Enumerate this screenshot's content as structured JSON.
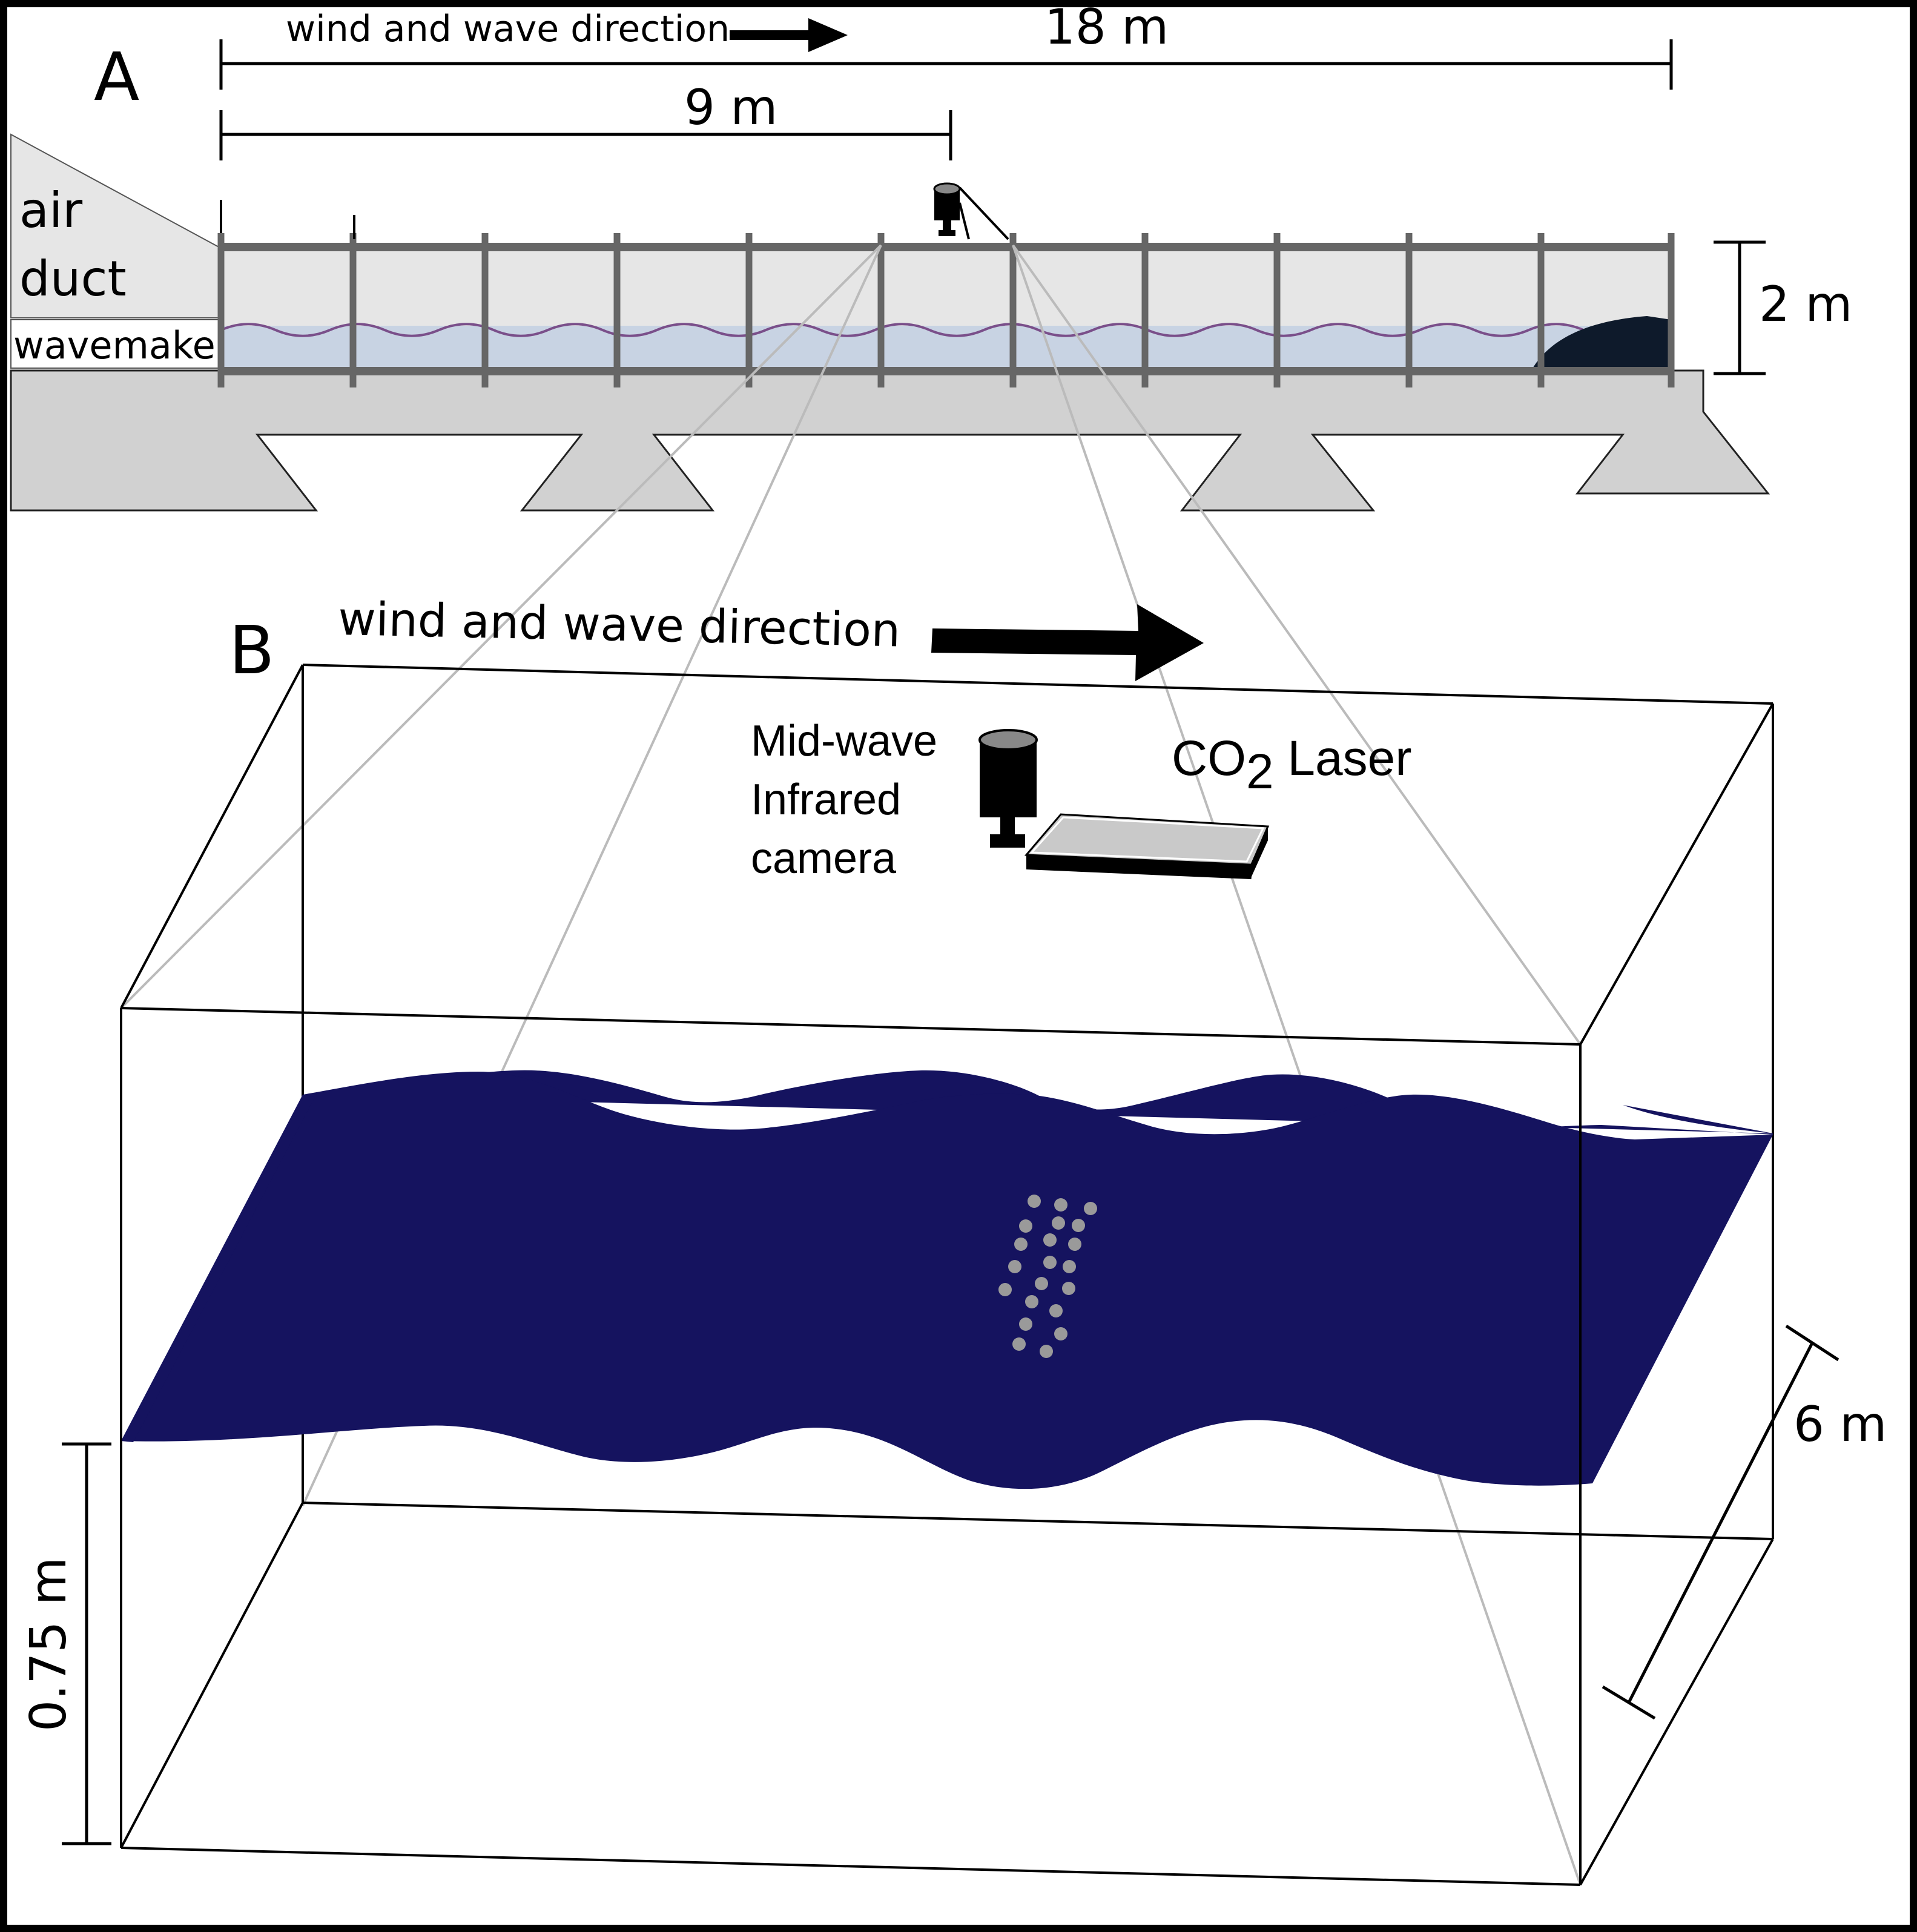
{
  "panel_a": {
    "label": "A",
    "direction_text": "wind and wave direction",
    "dim_total": "18 m",
    "dim_half": "9 m",
    "dim_height": "2 m",
    "air_duct_line1": "air",
    "air_duct_line2": "duct",
    "wavemaker": "wavemaker"
  },
  "panel_b": {
    "label": "B",
    "direction_text": "wind and wave direction",
    "camera_line1": "Mid-wave",
    "camera_line2": "Infrared",
    "camera_line3": "camera",
    "laser_co": "CO",
    "laser_sub": "2",
    "laser_rest": " Laser",
    "dim_depth": "6 m",
    "dim_water": "0.75 m"
  },
  "colors": {
    "water_surface": "#15135f",
    "tank_frame": "#666666",
    "tank_air": "#e6e6e6",
    "tank_water": "#c8d3e3",
    "wave_line": "#7a4f8a",
    "base": "#d1d1d1",
    "dots": "#9a9a9a",
    "guide_lines": "#bbbbbb"
  }
}
